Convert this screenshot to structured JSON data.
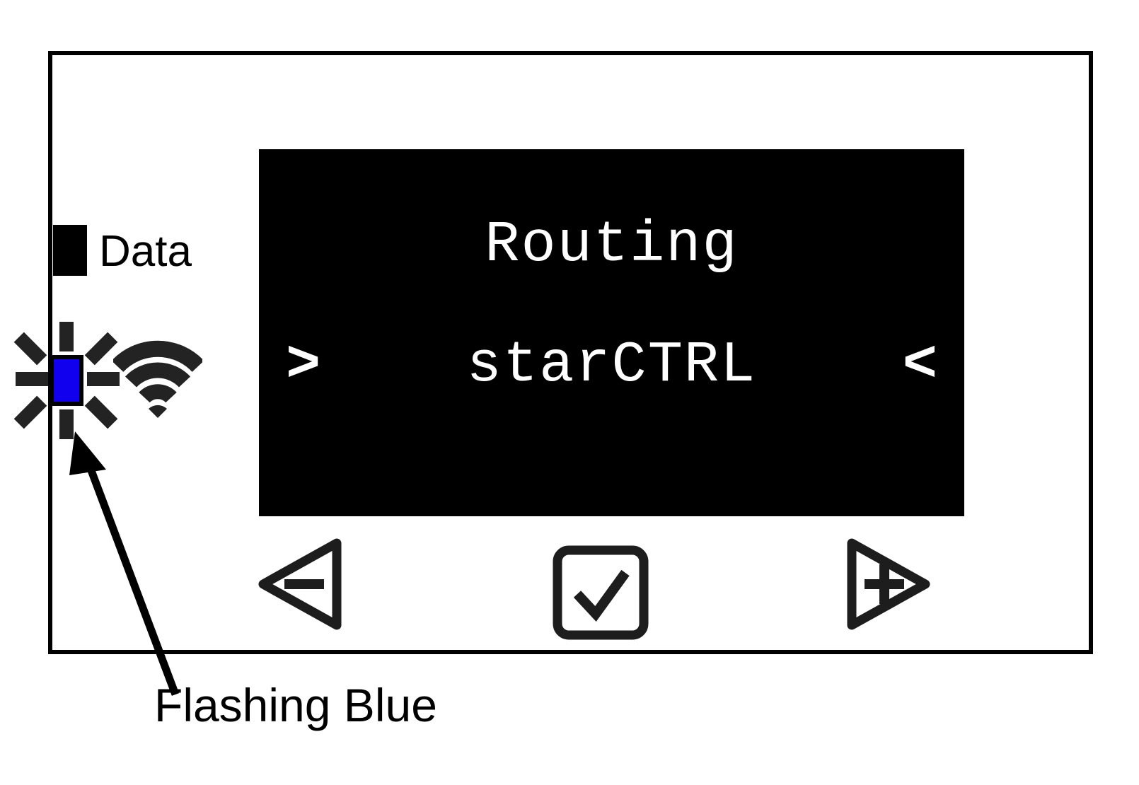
{
  "device": {
    "title": "audio-routing-controller-panel",
    "indicators": [
      {
        "id": "data",
        "label": "Data",
        "state": "solid",
        "color": "#000000",
        "icon": "square-led-icon"
      },
      {
        "id": "wifi",
        "label": "",
        "state": "flashing",
        "color": "#1100EE",
        "icon": "wifi-icon"
      }
    ],
    "display": {
      "title": "Routing",
      "value": "starCTRL",
      "chevron_left": ">",
      "chevron_right": "<",
      "background": "#000000",
      "foreground": "#FFFFFF"
    },
    "buttons": [
      {
        "id": "minus",
        "label": "−",
        "shape": "left-triangle",
        "icon": "minus-triangle-left-icon"
      },
      {
        "id": "ok",
        "label": "✓",
        "shape": "rounded-square",
        "icon": "check-icon"
      },
      {
        "id": "plus",
        "label": "+",
        "shape": "right-triangle",
        "icon": "plus-triangle-right-icon"
      }
    ]
  },
  "annotation": {
    "caption": "Flashing Blue",
    "target": "wifi-status-led",
    "arrow": "callout-arrow-icon"
  },
  "colors": {
    "led_blue": "#1100EE",
    "frame_black": "#000000",
    "page_white": "#FFFFFF",
    "icon_dark": "#232323"
  }
}
